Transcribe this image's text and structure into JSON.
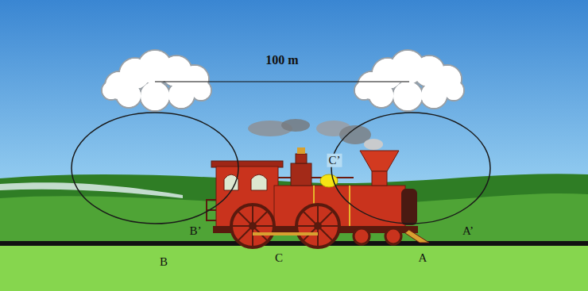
{
  "diagram": {
    "labels": [
      "100 m",
      "C’",
      "B’",
      "A’",
      "B",
      "C",
      "A"
    ]
  }
}
